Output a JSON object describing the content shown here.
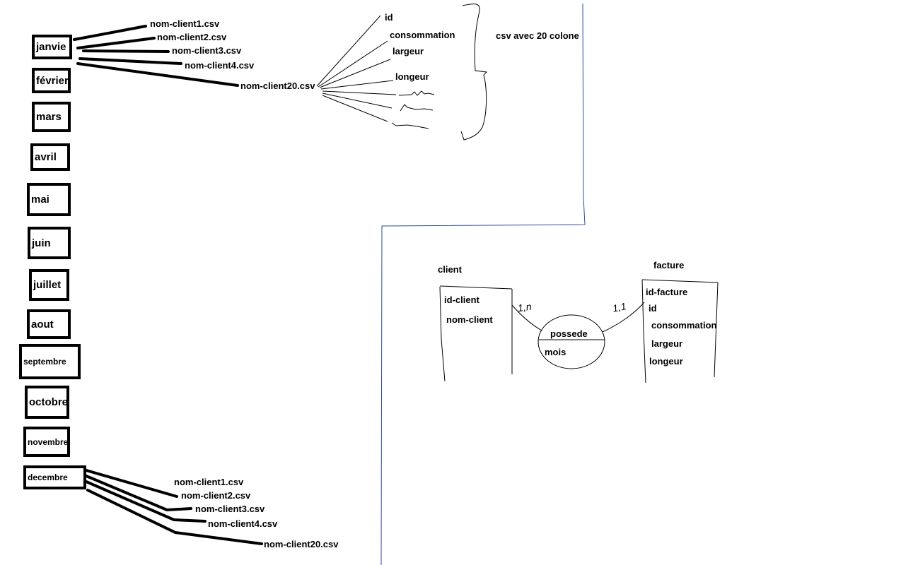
{
  "months": [
    "janvie",
    "février",
    "mars",
    "avril",
    "mai",
    "juin",
    "juillet",
    "aout",
    "septembre",
    "octobre",
    "novembre",
    "decembre"
  ],
  "files_top": [
    "nom-client1.csv",
    "nom-client2.csv",
    "nom-client3.csv",
    "nom-client4.csv",
    "nom-client20.csv"
  ],
  "files_bottom": [
    "nom-client1.csv",
    "nom-client2.csv",
    "nom-client3.csv",
    "nom-client4.csv",
    "nom-client20.csv"
  ],
  "csv_columns": [
    "id",
    "consommation",
    "largeur",
    "longeur"
  ],
  "csv_note": "csv avec 20 colone",
  "client": {
    "title": "client",
    "fields": [
      "id-client",
      "nom-client"
    ]
  },
  "facture": {
    "title": "facture",
    "fields": [
      "id-facture",
      "id",
      "consommation",
      "largeur",
      "longeur"
    ]
  },
  "relation": {
    "name": "possede",
    "attribute": "mois",
    "card_client": "1,n",
    "card_facture": "1,1"
  }
}
